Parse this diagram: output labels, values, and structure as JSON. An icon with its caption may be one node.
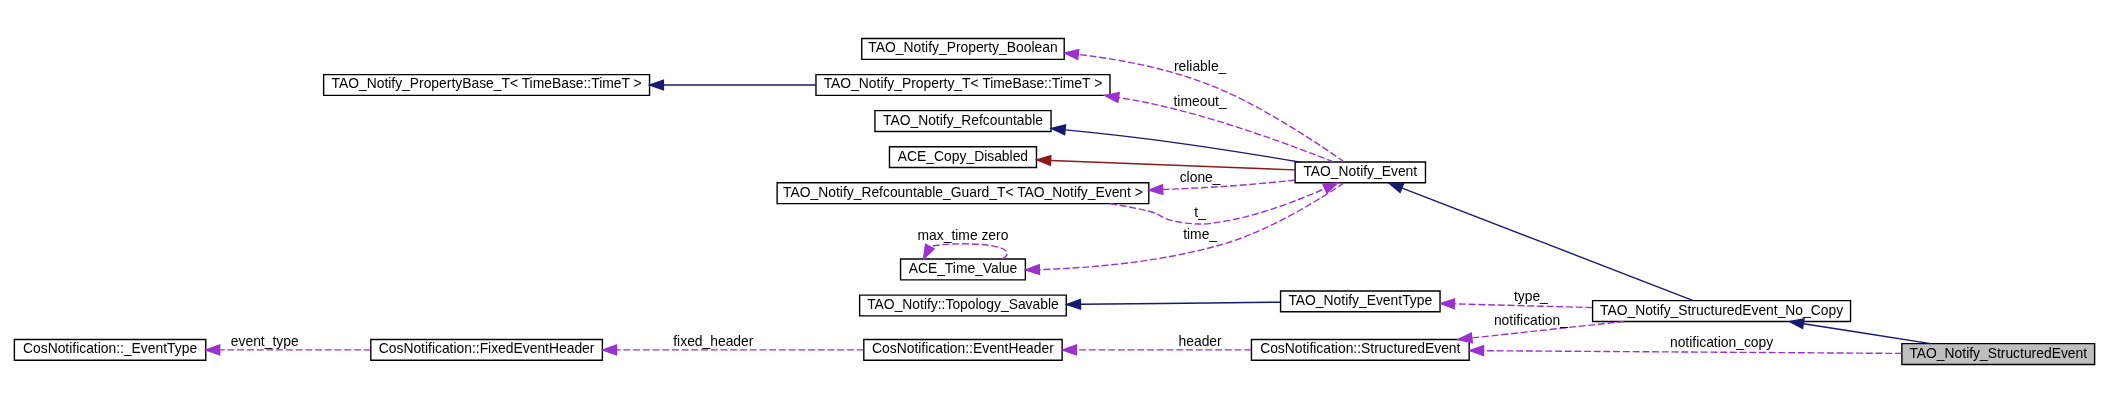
{
  "diagram": {
    "nodes": [
      {
        "text": [
          "TAO_Notify_Property_Boolean"
        ]
      },
      {
        "text": [
          "TAO_Notify_PropertyBase_T< TimeBase::TimeT >"
        ]
      },
      {
        "text": [
          "TAO_Notify_Property_T< TimeBase::TimeT >"
        ]
      },
      {
        "text": [
          "TAO_Notify_Refcountable"
        ]
      },
      {
        "text": [
          "ACE_Copy_Disabled"
        ]
      },
      {
        "text": [
          "TAO_Notify_Event"
        ]
      },
      {
        "text": [
          "TAO_Notify_Refcountable_Guard_T< TAO_Notify_Event >"
        ]
      },
      {
        "text": [
          "ACE_Time_Value"
        ]
      },
      {
        "text": [
          "TAO_Notify::Topology_Savable"
        ]
      },
      {
        "text": [
          "TAO_Notify_EventType"
        ]
      },
      {
        "text": [
          "TAO_Notify_StructuredEvent_No_Copy"
        ]
      },
      {
        "text": [
          "TAO_Notify_StructuredEvent"
        ]
      },
      {
        "text": [
          "CosNotification::_EventType"
        ]
      },
      {
        "text": [
          "CosNotification::FixedEventHeader"
        ]
      },
      {
        "text": [
          "CosNotification::EventHeader"
        ]
      },
      {
        "text": [
          "CosNotification::StructuredEvent"
        ]
      }
    ],
    "edges": [
      {
        "from": 2,
        "to": 1,
        "arrow": "to",
        "color": "#191970"
      },
      {
        "from": 5,
        "to": 0,
        "arrow": "to",
        "label": "reliable_",
        "style": "dashed"
      },
      {
        "from": 5,
        "to": 2,
        "arrow": "to",
        "label": "timeout_",
        "style": "dashed"
      },
      {
        "from": 5,
        "to": 3,
        "arrow": "to",
        "color": "#191970"
      },
      {
        "from": 5,
        "to": 4,
        "arrow": "to",
        "color": "#8b1a1a"
      },
      {
        "from": 6,
        "to": 5,
        "arrow": "to",
        "label": "t_",
        "style": "dashed"
      },
      {
        "from": 5,
        "to": 6,
        "arrow": "to",
        "label": "clone_",
        "style": "dashed"
      },
      {
        "from": 5,
        "to": 7,
        "arrow": "to",
        "label": "time_",
        "style": "dashed"
      },
      {
        "from": 7,
        "to": 7,
        "arrow": "to",
        "label": "max_time zero",
        "style": "dashed"
      },
      {
        "from": 10,
        "to": 5,
        "arrow": "to",
        "color": "#191970"
      },
      {
        "from": 9,
        "to": 8,
        "arrow": "to",
        "color": "#191970"
      },
      {
        "from": 10,
        "to": 9,
        "arrow": "to",
        "label": "type_",
        "style": "dashed"
      },
      {
        "from": 11,
        "to": 10,
        "arrow": "to",
        "color": "#191970"
      },
      {
        "from": 10,
        "to": 15,
        "arrow": "to",
        "label": "notification_",
        "style": "dashed"
      },
      {
        "from": 11,
        "to": 15,
        "arrow": "to",
        "label": "notification_copy",
        "style": "dashed"
      },
      {
        "from": 15,
        "to": 14,
        "arrow": "to",
        "label": "header",
        "style": "dashed"
      },
      {
        "from": 14,
        "to": 13,
        "arrow": "to",
        "label": "fixed_header",
        "style": "dashed"
      },
      {
        "from": 13,
        "to": 12,
        "arrow": "to",
        "label": "event_type",
        "style": "dashed"
      }
    ]
  }
}
